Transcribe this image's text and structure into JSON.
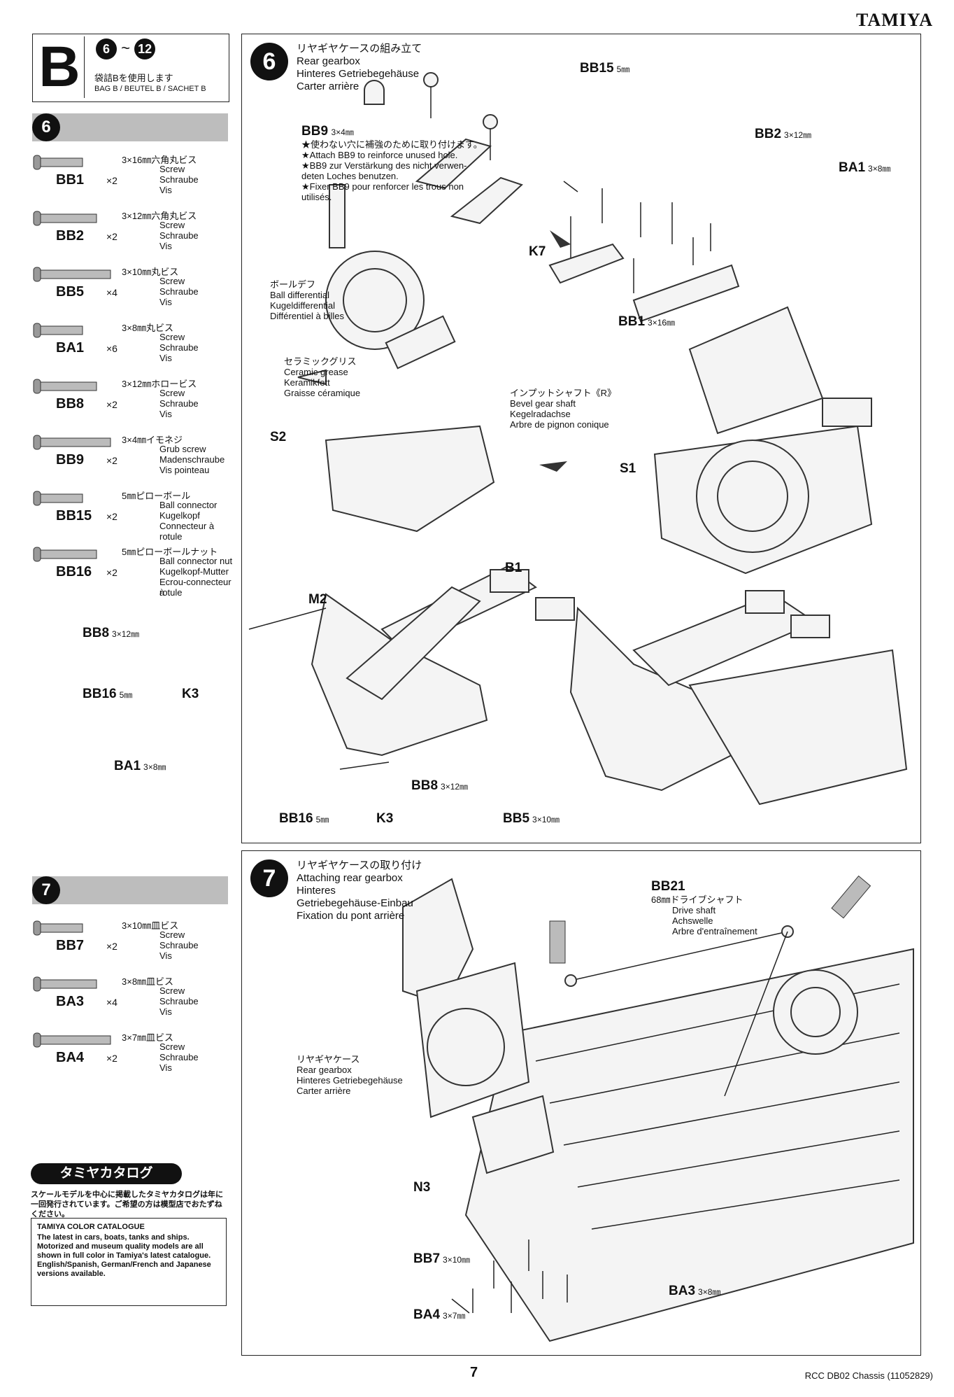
{
  "brand": "TAMIYA",
  "bag": {
    "letter": "B",
    "step_from": "6",
    "range_sep": "~",
    "step_to": "12",
    "jp": "袋詰Bを使用します",
    "en": "BAG B / BEUTEL B / SACHET B"
  },
  "step6_bar_num": "6",
  "step6_parts": [
    {
      "code": "BB1",
      "qty": "×2",
      "spec": "3×16㎜六角丸ビス",
      "lines": [
        "Screw",
        "Schraube",
        "Vis"
      ]
    },
    {
      "code": "BB2",
      "qty": "×2",
      "spec": "3×12㎜六角丸ビス",
      "lines": [
        "Screw",
        "Schraube",
        "Vis"
      ]
    },
    {
      "code": "BB5",
      "qty": "×4",
      "spec": "3×10㎜丸ビス",
      "lines": [
        "Screw",
        "Schraube",
        "Vis"
      ]
    },
    {
      "code": "BA1",
      "qty": "×6",
      "spec": "3×8㎜丸ビス",
      "lines": [
        "Screw",
        "Schraube",
        "Vis"
      ]
    },
    {
      "code": "BB8",
      "qty": "×2",
      "spec": "3×12㎜ホロービス",
      "lines": [
        "Screw",
        "Schraube",
        "Vis"
      ]
    },
    {
      "code": "BB9",
      "qty": "×2",
      "spec": "3×4㎜イモネジ",
      "lines": [
        "Grub screw",
        "Madenschraube",
        "Vis pointeau"
      ]
    },
    {
      "code": "BB15",
      "qty": "×2",
      "spec": "5㎜ピローボール",
      "lines": [
        "Ball connector",
        "Kugelkopf",
        "Connecteur à rotule"
      ]
    },
    {
      "code": "BB16",
      "qty": "×2",
      "spec": "5㎜ピローボールナット",
      "lines": [
        "Ball connector nut",
        "Kugelkopf-Mutter",
        "Ecrou-connecteur à",
        "rotule"
      ]
    }
  ],
  "step7_bar_num": "7",
  "step7_parts": [
    {
      "code": "BB7",
      "qty": "×2",
      "spec": "3×10㎜皿ビス",
      "lines": [
        "Screw",
        "Schraube",
        "Vis"
      ]
    },
    {
      "code": "BA3",
      "qty": "×4",
      "spec": "3×8㎜皿ビス",
      "lines": [
        "Screw",
        "Schraube",
        "Vis"
      ]
    },
    {
      "code": "BA4",
      "qty": "×2",
      "spec": "3×7㎜皿ビス",
      "lines": [
        "Screw",
        "Schraube",
        "Vis"
      ]
    }
  ],
  "catalog": {
    "pill": "タミヤカタログ",
    "jp": "スケールモデルを中心に掲載したタミヤカタログは年に一回発行されています。ご希望の方は模型店でおたずねください。",
    "title": "TAMIYA COLOR CATALOGUE",
    "body": "The latest in cars, boats, tanks and ships. Motorized and museum quality models are all shown in full color in Tamiya's latest catalogue. English/Spanish, German/French and Japanese versions available."
  },
  "step6": {
    "num": "6",
    "title": [
      "リヤギヤケースの組み立て",
      "Rear gearbox",
      "Hinteres Getriebegehäuse",
      "Carter arrière"
    ],
    "bb9_note": {
      "code": "BB9",
      "size": "3×4㎜",
      "lines": [
        "★使わない穴に補強のために取り付けます。",
        "★Attach BB9 to reinforce unused hole.",
        "★BB9 zur Verstärkung des nicht verwen-",
        "deten Loches benutzen.",
        "★Fixer BB9 pour renforcer les trous non",
        "utilisés."
      ]
    },
    "ball_diff": [
      "ボールデフ",
      "Ball differential",
      "Kugeldifferential",
      "Différentiel à billes"
    ],
    "grease": [
      "セラミックグリス",
      "Ceramic grease",
      "Keramikfett",
      "Graisse céramique"
    ],
    "input_shaft": [
      "インプットシャフト《R》",
      "Bevel gear shaft",
      "Kegelradachse",
      "Arbre de pignon conique"
    ],
    "labels": {
      "bb15": "BB15",
      "bb15_size": "5㎜",
      "k7": "K7",
      "bb2": "BB2",
      "bb2_size": "3×12㎜",
      "ba1_top": "BA1",
      "ba1_top_size": "3×8㎜",
      "bb1": "BB1",
      "bb1_size": "3×16㎜",
      "s2": "S2",
      "s1": "S1",
      "b1": "B1",
      "m2": "M2",
      "bb8_left": "BB8",
      "bb8_left_size": "3×12㎜",
      "bb16_left": "BB16",
      "bb16_left_size": "5㎜",
      "k3_left": "K3",
      "ba1_bottom": "BA1",
      "ba1_bottom_size": "3×8㎜",
      "bb8_right": "BB8",
      "bb8_right_size": "3×12㎜",
      "bb16_bottom": "BB16",
      "bb16_bottom_size": "5㎜",
      "k3_bottom": "K3",
      "bb5": "BB5",
      "bb5_size": "3×10㎜"
    }
  },
  "step7": {
    "num": "7",
    "title": [
      "リヤギヤケースの取り付け",
      "Attaching rear gearbox",
      "Hinteres",
      "Getriebegehäuse-Einbau",
      "Fixation du pont arrière"
    ],
    "bb21": {
      "code": "BB21",
      "lines": [
        "68㎜ドライブシャフト",
        "Drive shaft",
        "Achswelle",
        "Arbre d'entraînement"
      ]
    },
    "gearbox": [
      "リヤギヤケース",
      "Rear gearbox",
      "Hinteres Getriebegehäuse",
      "Carter arrière"
    ],
    "labels": {
      "n3": "N3",
      "bb7": "BB7",
      "bb7_size": "3×10㎜",
      "ba4": "BA4",
      "ba4_size": "3×7㎜",
      "ba3": "BA3",
      "ba3_size": "3×8㎜"
    }
  },
  "page_number": "7",
  "footer": "RCC DB02 Chassis (11052829)"
}
